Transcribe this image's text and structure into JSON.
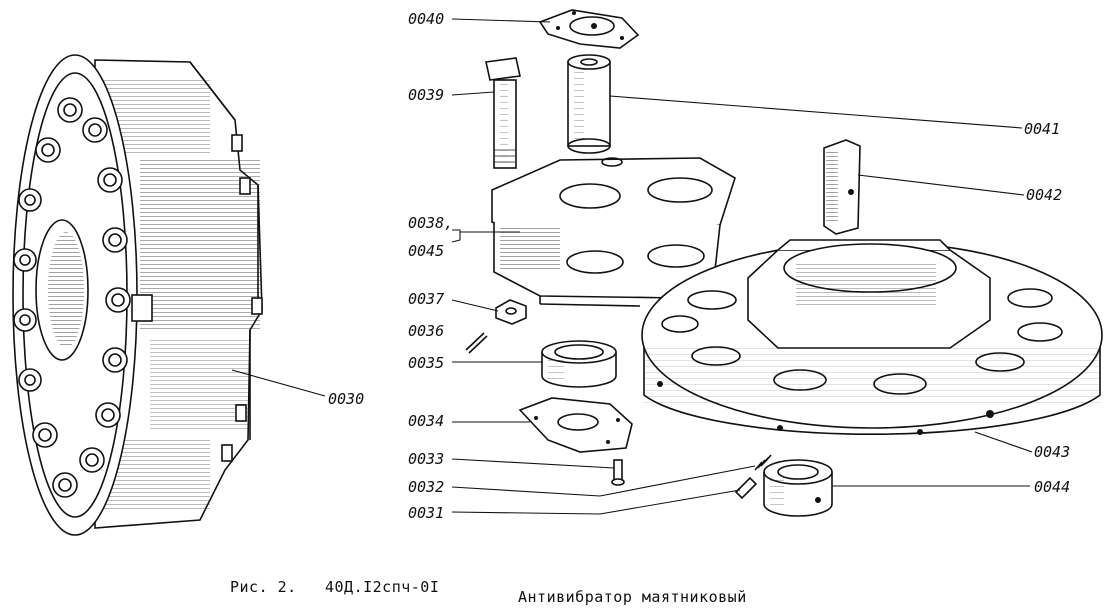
{
  "labels": {
    "l0040": "0040",
    "l0039": "0039",
    "l0041": "0041",
    "l0042": "0042",
    "l0038": "0038,",
    "l0045": "0045",
    "l0037": "0037",
    "l0036": "0036",
    "l0035": "0035",
    "l0034": "0034",
    "l0033": "0033",
    "l0032": "0032",
    "l0031": "0031",
    "l0030": "0030",
    "l0043": "0043",
    "l0044": "0044"
  },
  "caption": {
    "figure": "Рис. 2.",
    "code": "40Д.I2спч-0I",
    "title": "Антивибратор маятниковый"
  }
}
